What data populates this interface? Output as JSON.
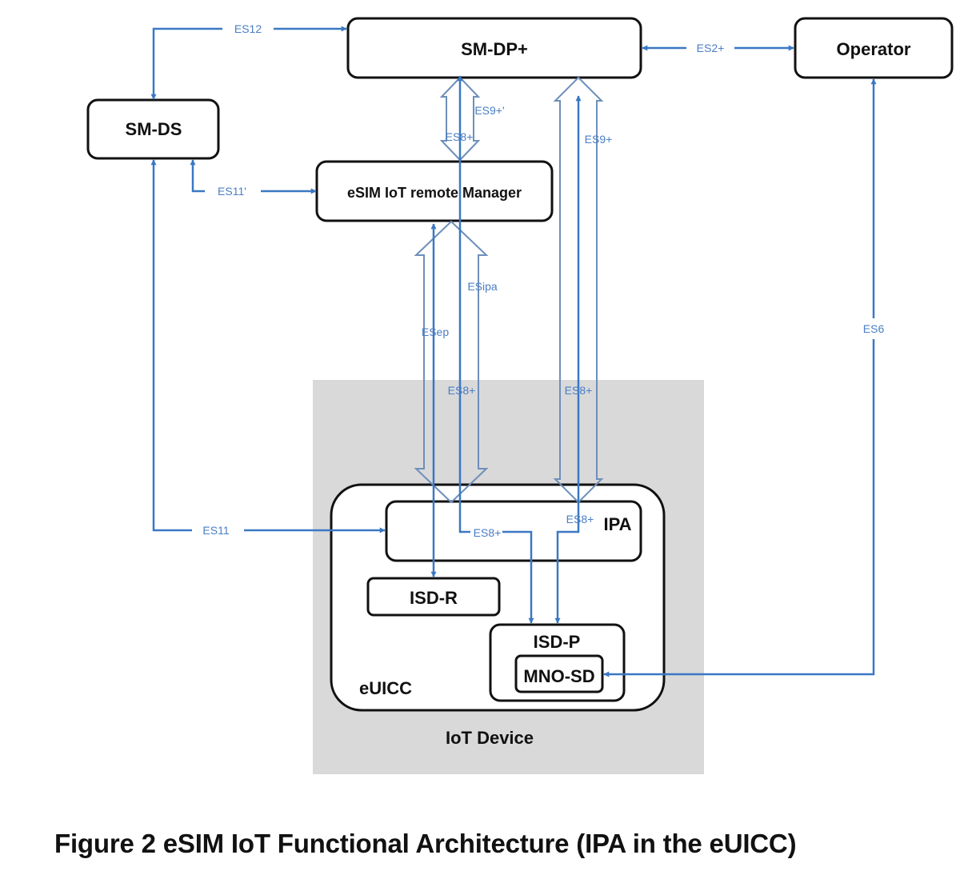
{
  "nodes": {
    "sm_dp": "SM-DP+",
    "operator": "Operator",
    "sm_ds": "SM-DS",
    "remote_manager": "eSIM IoT remote Manager",
    "ipa": "IPA",
    "isd_r": "ISD-R",
    "isd_p": "ISD-P",
    "mno_sd": "MNO-SD",
    "euicc": "eUICC",
    "iot_device": "IoT Device"
  },
  "interfaces": {
    "es12": "ES12",
    "es2": "ES2+",
    "es9_prime": "ES9+'",
    "es8_top": "ES8+",
    "es9": "ES9+",
    "es11_prime": "ES11'",
    "esipa": "ESipa",
    "esep": "ESep",
    "es8_mid_left": "ES8+",
    "es8_mid_right": "ES8+",
    "es6": "ES6",
    "es11": "ES11",
    "es8_in_ipa_left": "ES8+",
    "es8_in_ipa_right": "ES8+"
  },
  "caption": "Figure 2 eSIM IoT Functional Architecture (IPA in the eUICC)",
  "colors": {
    "connector": "#3a78c3",
    "label": "#4a7ec4",
    "device_region": "#d9d9d9",
    "box_border": "#111111"
  }
}
